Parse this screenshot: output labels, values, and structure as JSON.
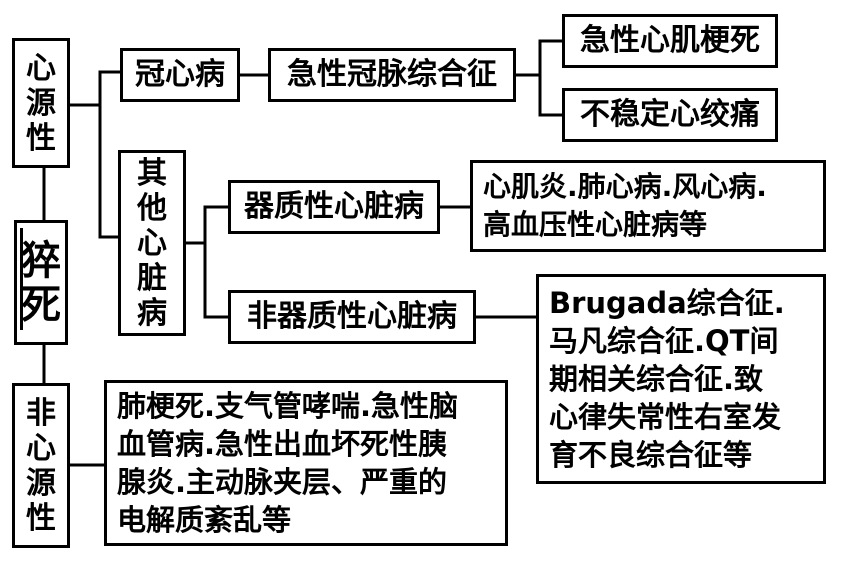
{
  "diagram": {
    "root": "猝死",
    "cardiac": "心源性",
    "non_cardiac": "非心源性",
    "coronary_heart_disease": "冠心病",
    "acute_coronary_syndrome": "急性冠脉综合征",
    "acute_myocardial_infarction": "急性心肌梗死",
    "unstable_angina": "不稳定心绞痛",
    "other_heart_disease": "其他心脏病",
    "organic_heart_disease": "器质性心脏病",
    "organic_examples": [
      "心肌炎.肺心病.风心病.",
      "高血压性心脏病等"
    ],
    "non_organic_heart_disease": "非器质性心脏病",
    "non_organic_examples": [
      "Brugada综合征.",
      "马凡综合征.QT间",
      "期相关综合征.致",
      "心律失常性右室发",
      "育不良综合征等"
    ],
    "non_cardiac_examples": [
      "肺梗死.支气管哮喘.急性脑",
      "血管病.急性出血坏死性胰",
      "腺炎.主动脉夹层、严重的",
      "电解质紊乱等"
    ]
  },
  "colors": {
    "line": "#000000",
    "box_fill": "#ffffff",
    "text": "#000000"
  }
}
